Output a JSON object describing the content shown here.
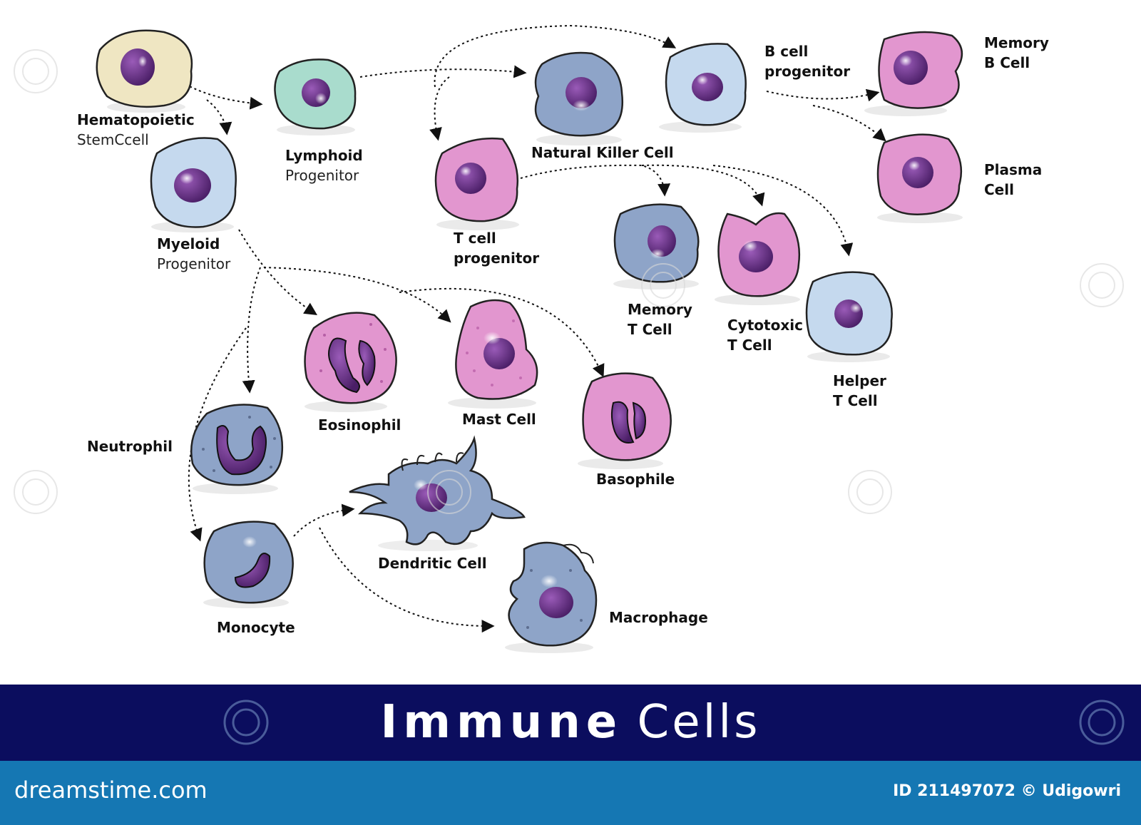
{
  "diagram": {
    "cells": {
      "hematopoietic": {
        "name": "Hematopoietic",
        "sub": "StemCcell"
      },
      "lymphoid": {
        "name": "Lymphoid",
        "sub": "Progenitor"
      },
      "myeloid": {
        "name": "Myeloid",
        "sub": "Progenitor"
      },
      "natural_killer": {
        "name": "Natural Killer Cell"
      },
      "b_progenitor": {
        "name": "B cell progenitor",
        "lines": [
          "B cell",
          "progenitor"
        ]
      },
      "memory_b": {
        "lines": [
          "Memory",
          "B Cell"
        ]
      },
      "plasma": {
        "lines": [
          "Plasma",
          "Cell"
        ]
      },
      "t_progenitor": {
        "lines": [
          "T cell",
          "progenitor"
        ]
      },
      "memory_t": {
        "lines": [
          "Memory",
          "T Cell"
        ]
      },
      "cytotoxic_t": {
        "lines": [
          "Cytotoxic",
          "T Cell"
        ]
      },
      "helper_t": {
        "lines": [
          "Helper",
          "T Cell"
        ]
      },
      "eosinophil": {
        "name": "Eosinophil"
      },
      "mast": {
        "name": "Mast Cell"
      },
      "basophile": {
        "name": "Basophile"
      },
      "neutrophil": {
        "name": "Neutrophil"
      },
      "monocyte": {
        "name": "Monocyte"
      },
      "dendritic": {
        "name": "Dendritic Cell"
      },
      "macrophage": {
        "name": "Macrophage"
      }
    },
    "colors": {
      "stem": "#efe6c2",
      "lymphoid": "#a9dccd",
      "light_blue": "#c5d9ee",
      "steel_blue": "#8ea4c8",
      "pink": "#e296cf",
      "nucleus": "#5a2a7a",
      "banner": "#0b0d5e",
      "footer": "#1577b3"
    }
  },
  "banner": {
    "word1": "Immune",
    "word2": "Cells"
  },
  "footer": {
    "site": "dreamstime.com",
    "id_text": "ID 211497072 © Udigowri"
  }
}
